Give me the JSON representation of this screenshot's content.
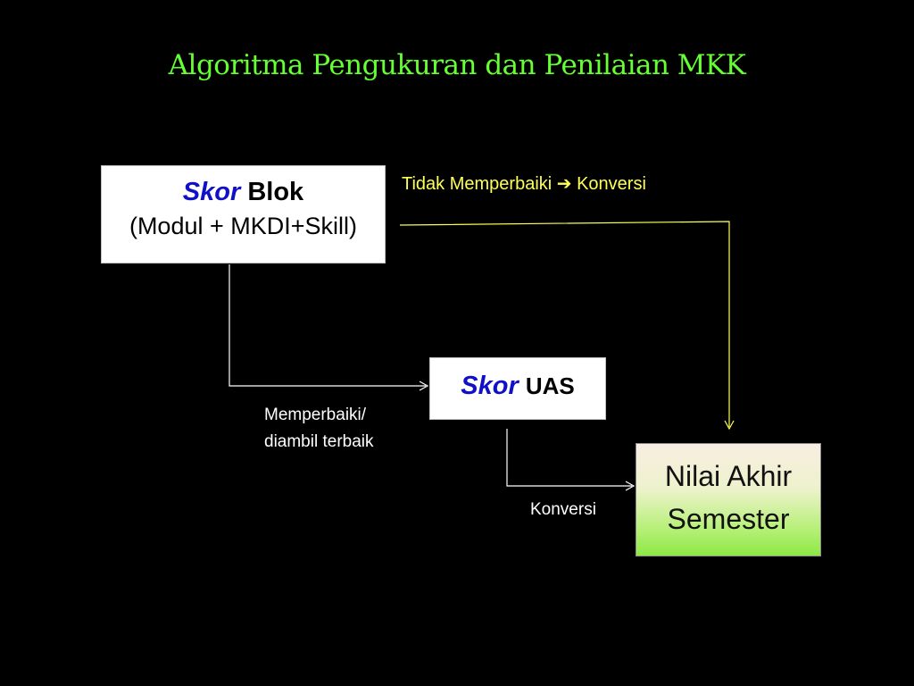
{
  "title": "Algoritma Pengukuran dan Penilaian MKK",
  "colors": {
    "background": "#000000",
    "title": "#66ff33",
    "skor": "#1010c8",
    "yellow_label": "#ffff55",
    "nilai_gradient_top": "#f8eee2",
    "nilai_gradient_bottom": "#8ee845"
  },
  "boxes": {
    "blok": {
      "skor": "Skor",
      "name": "Blok",
      "detail": "(Modul + MKDI+Skill)"
    },
    "uas": {
      "skor": "Skor",
      "name": "UAS"
    },
    "nilai": {
      "line1": "Nilai Akhir",
      "line2": "Semester"
    }
  },
  "labels": {
    "tidak": {
      "left": "Tidak Memperbaiki",
      "arrow": "➔",
      "right": "Konversi"
    },
    "memperbaiki": {
      "line1": "Memperbaiki/",
      "line2": "diambil terbaik"
    },
    "konversi": "Konversi"
  }
}
